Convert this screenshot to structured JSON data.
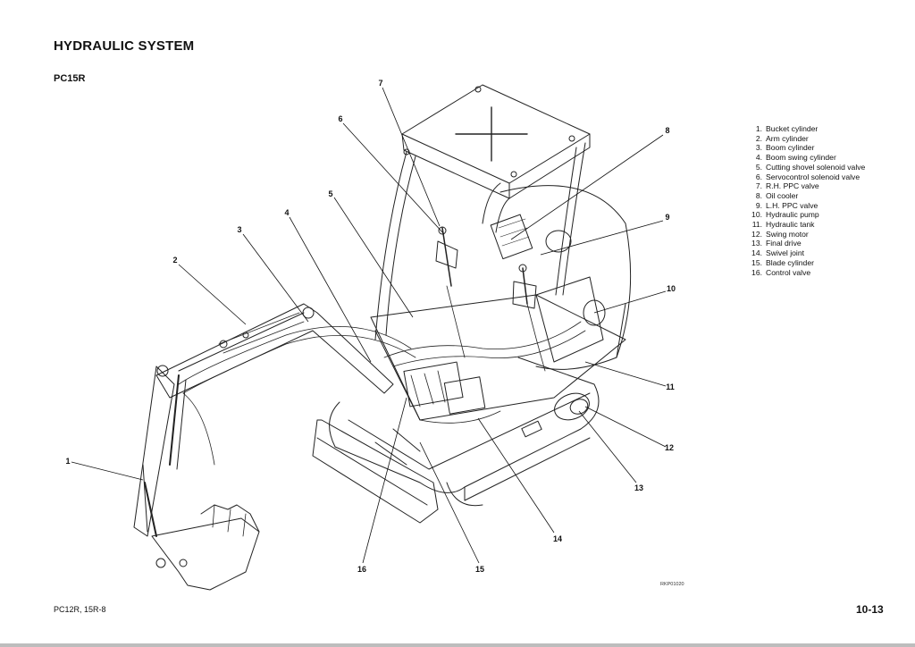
{
  "header": {
    "title": "HYDRAULIC SYSTEM",
    "model": "PC15R"
  },
  "legend": [
    {
      "num": "1.",
      "label": "Bucket cylinder"
    },
    {
      "num": "2.",
      "label": "Arm cylinder"
    },
    {
      "num": "3.",
      "label": "Boom cylinder"
    },
    {
      "num": "4.",
      "label": "Boom swing cylinder"
    },
    {
      "num": "5.",
      "label": "Cutting shovel solenoid valve"
    },
    {
      "num": "6.",
      "label": "Servocontrol solenoid valve"
    },
    {
      "num": "7.",
      "label": "R.H. PPC valve"
    },
    {
      "num": "8.",
      "label": "Oil cooler"
    },
    {
      "num": "9.",
      "label": "L.H. PPC valve"
    },
    {
      "num": "10.",
      "label": "Hydraulic pump"
    },
    {
      "num": "11.",
      "label": "Hydraulic tank"
    },
    {
      "num": "12.",
      "label": "Swing motor"
    },
    {
      "num": "13.",
      "label": "Final drive"
    },
    {
      "num": "14.",
      "label": "Swivel joint"
    },
    {
      "num": "15.",
      "label": "Blade cylinder"
    },
    {
      "num": "16.",
      "label": "Control valve"
    }
  ],
  "callouts": [
    "1",
    "2",
    "3",
    "4",
    "5",
    "6",
    "7",
    "8",
    "9",
    "10",
    "11",
    "12",
    "13",
    "14",
    "15",
    "16"
  ],
  "figure_code": "RKP01020",
  "footer": {
    "left": "PC12R, 15R-8",
    "right": "10-13"
  }
}
